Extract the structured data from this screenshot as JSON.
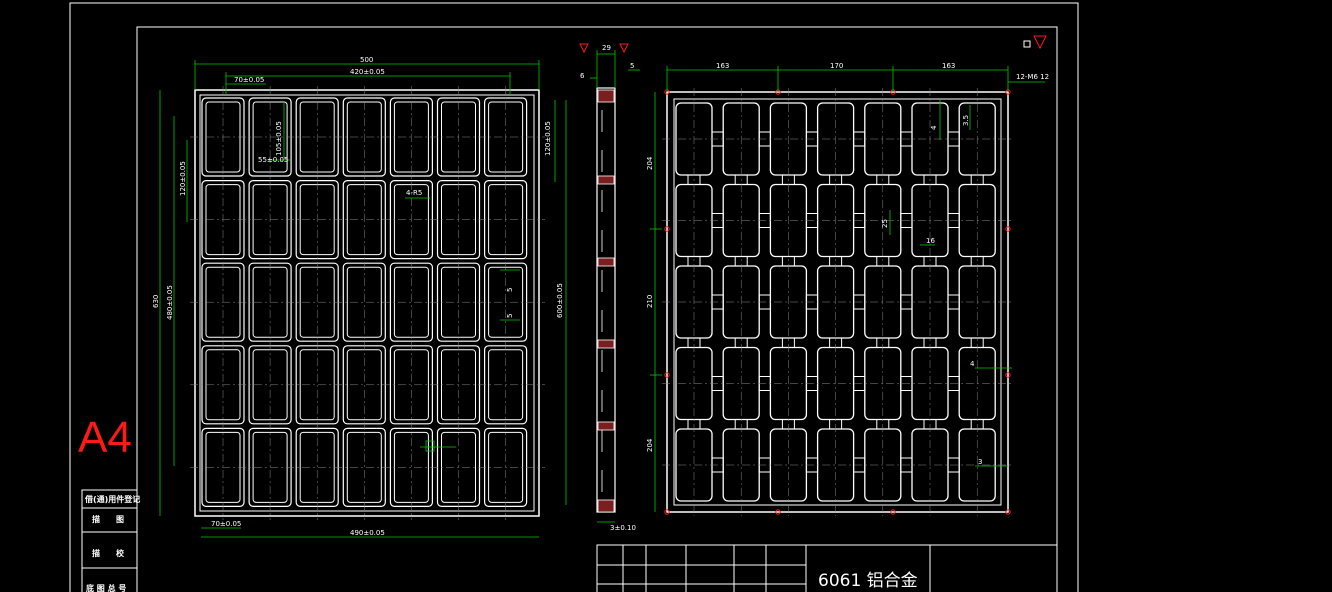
{
  "sheet": {
    "size_label": "A4",
    "material": "6061 铝合金",
    "side_table": {
      "row1": "借(通)用件登记",
      "row2": "描　　图",
      "row3": "描　　校",
      "row4": "底 图 总 号"
    }
  },
  "front_view": {
    "dims": {
      "overall_width": "500",
      "inner_width": "420±0.05",
      "first_col": "70±0.05",
      "pocket_width": "55±0.05",
      "pocket_height": "105±0.05",
      "row_pitch": "120±0.05",
      "right_row_pitch": "120±0.05",
      "overall_height": "630",
      "inner_height": "480±0.05",
      "right_height": "600±0.05",
      "bottom_first": "70±0.05",
      "bottom_span": "490±0.05",
      "radius_note": "4-R5",
      "small_a": "5",
      "small_b": "5"
    }
  },
  "section_view": {
    "dims": {
      "width": "29",
      "offset": "6",
      "thickness": "5",
      "bottom": "3±0.10"
    }
  },
  "back_view": {
    "dims": {
      "col_a": "163",
      "col_b": "170",
      "col_c": "163",
      "hole_note": "12-M6 12",
      "row_a": "204",
      "row_b": "210",
      "row_c": "204",
      "tab_a": "4",
      "tab_b": "3.5",
      "tab_c": "25",
      "tab_d": "16",
      "tab_e": "4",
      "tab_f": "3"
    }
  },
  "colors": {
    "background": "#000000",
    "outline": "#ffffff",
    "dimension": "#00c800",
    "accent": "#ff1a1a",
    "hatch": "#b03030"
  }
}
